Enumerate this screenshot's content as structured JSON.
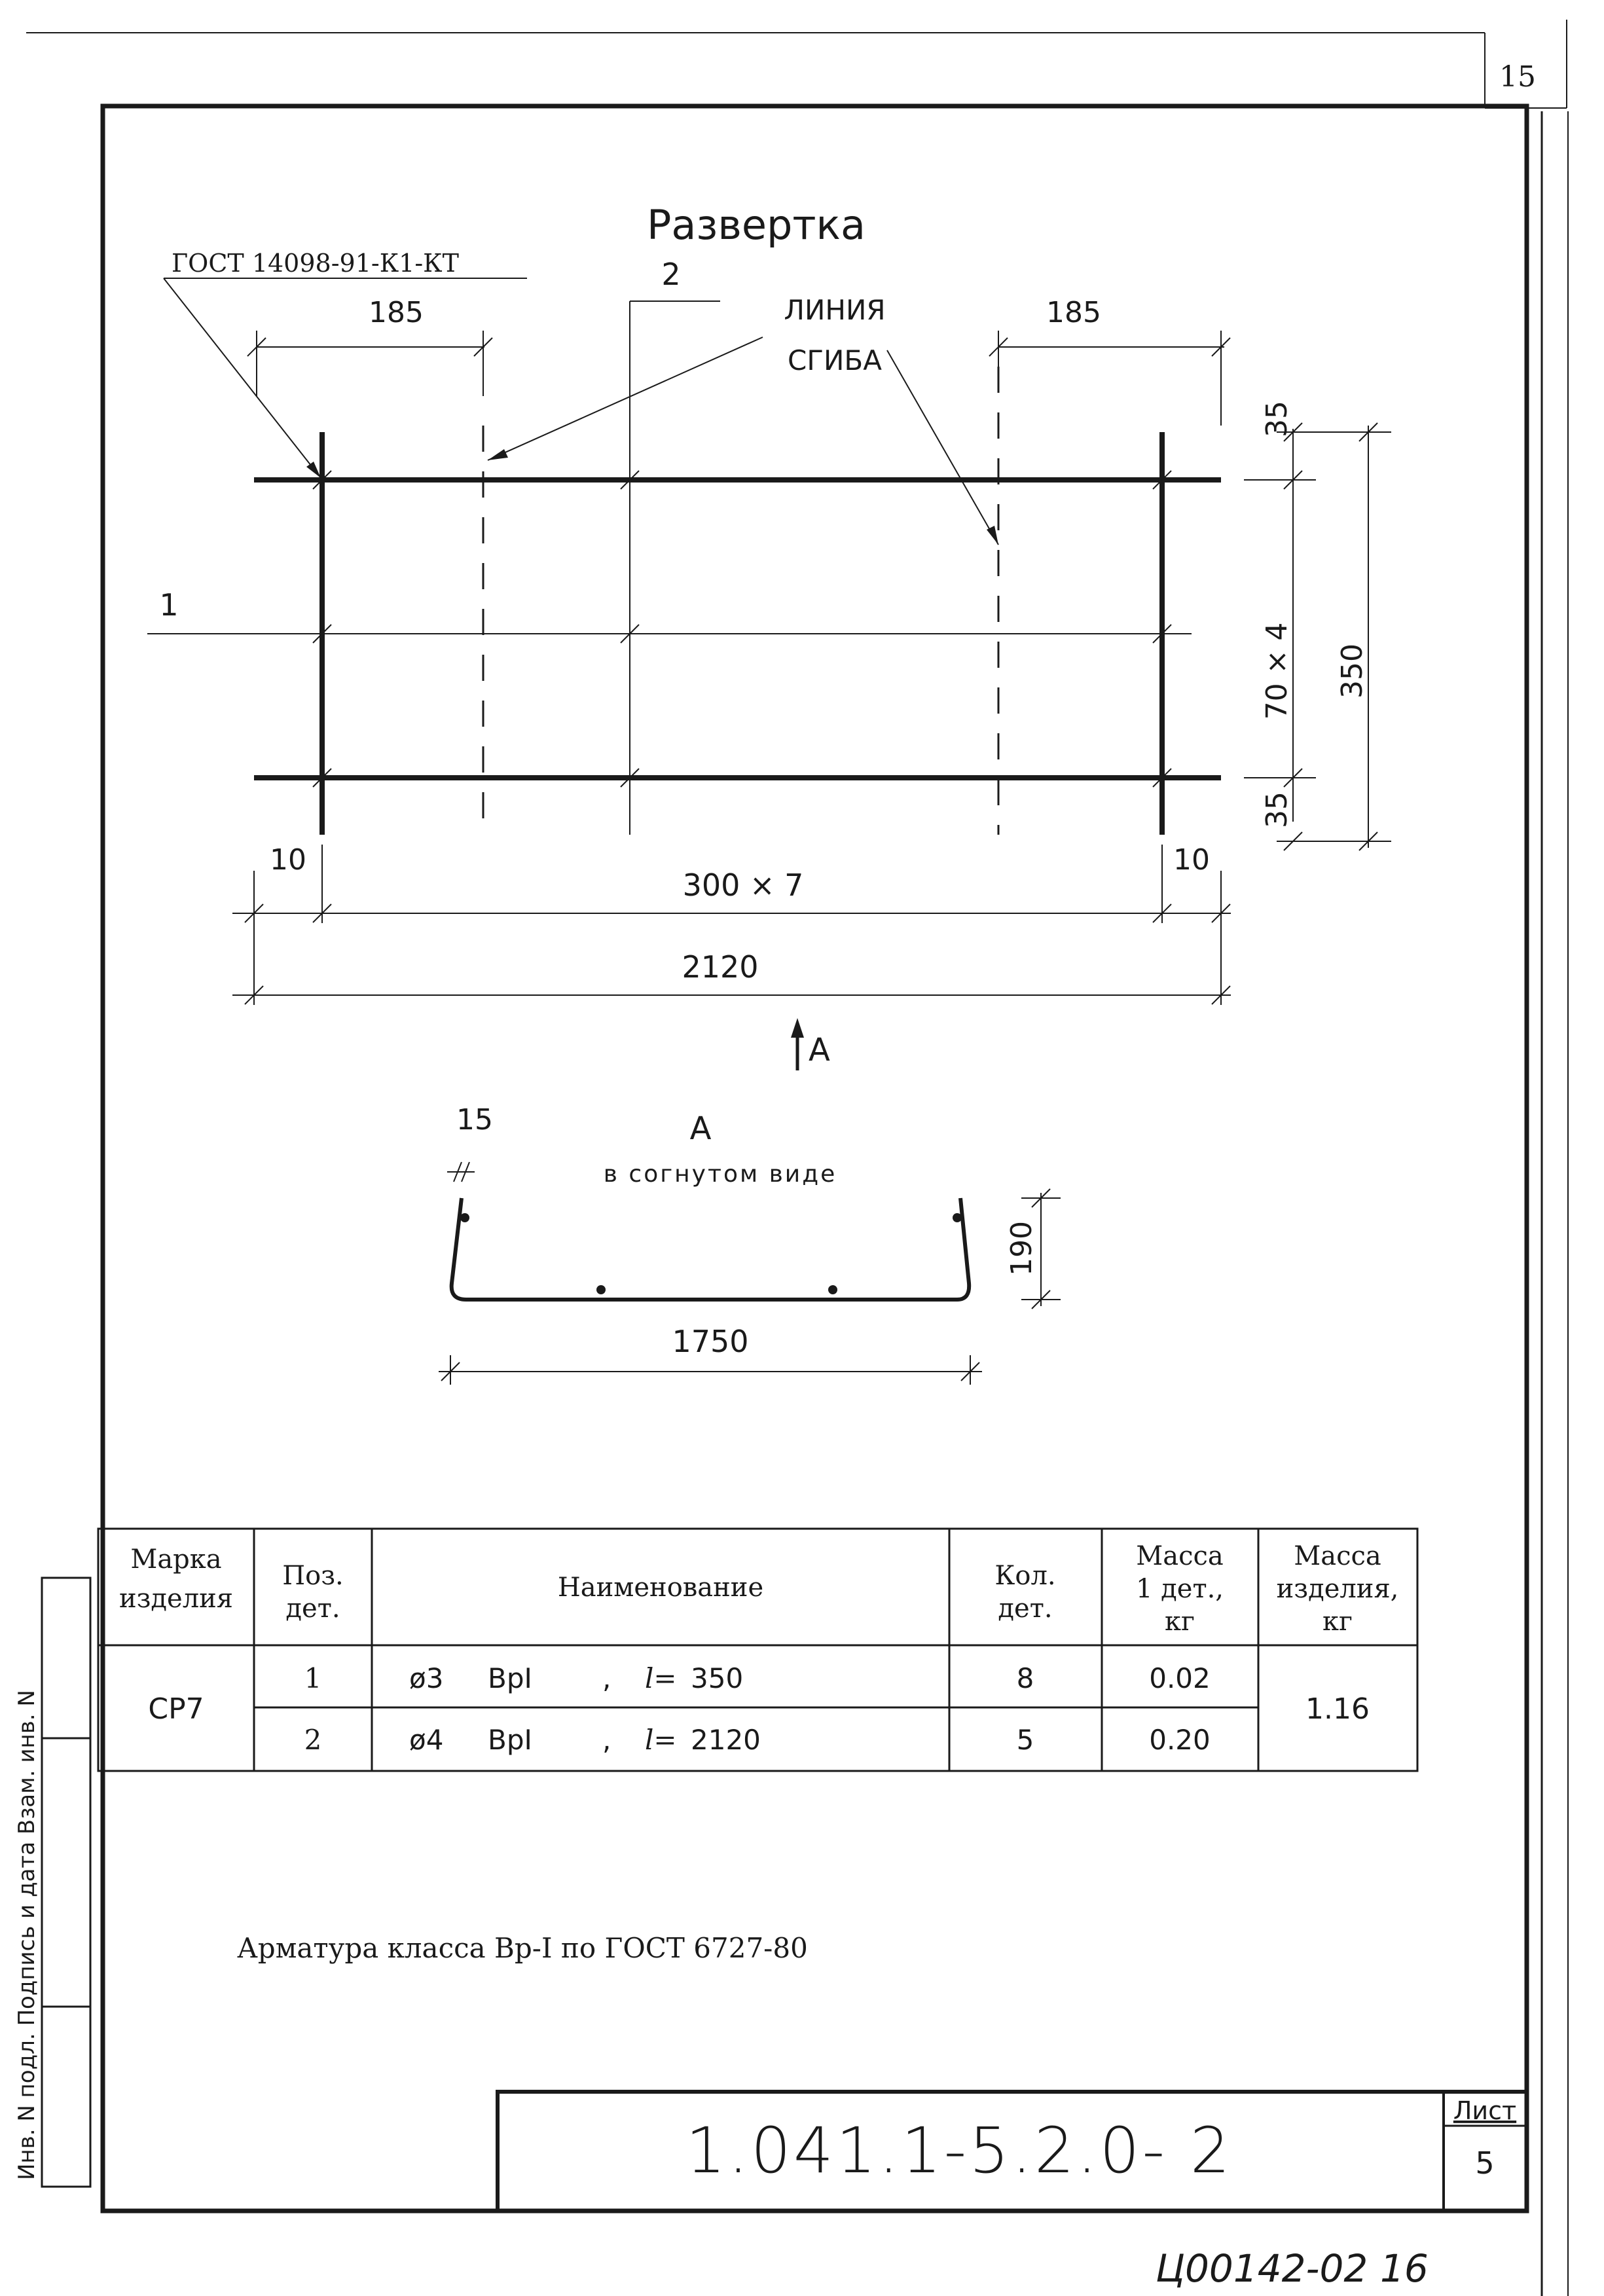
{
  "sheet_corner_number": "15",
  "drawing": {
    "title": "Развертка",
    "gost_callout": "ГОСТ 14098-91-К1-КТ",
    "position_2": "2",
    "position_1": "1",
    "bend_line_label_1": "ЛИНИЯ",
    "bend_line_label_2": "СГИБА",
    "dims": {
      "d185_left": "185",
      "d185_right": "185",
      "d35_top": "35",
      "d70x4": "70 × 4",
      "d35_bottom": "35",
      "d350": "350",
      "d10_left": "10",
      "d10_right": "10",
      "d300x7": "300 × 7",
      "d2120": "2120"
    },
    "view_arrow_label": "A",
    "section": {
      "label": "A",
      "caption": "в согнутом виде",
      "d15": "15",
      "d190": "190",
      "d1750": "1750"
    }
  },
  "table": {
    "headers": {
      "mark_line1": "Марка",
      "mark_line2": "изделия",
      "pos_line1": "Поз.",
      "pos_line2": "дет.",
      "name": "Наименование",
      "qty_line1": "Кол.",
      "qty_line2": "дет.",
      "mass1_line1": "Масса",
      "mass1_line2": "1 дет.,",
      "mass1_line3": "кг",
      "mass2_line1": "Масса",
      "mass2_line2": "изделия,",
      "mass2_line3": "кг"
    },
    "mark": "СР7",
    "total_mass": "1.16",
    "rows": [
      {
        "pos": "1",
        "dia": "ø3",
        "cls": "ВрI",
        "len": "350",
        "qty": "8",
        "mass": "0.02"
      },
      {
        "pos": "2",
        "dia": "ø4",
        "cls": "ВрI",
        "len": "2120",
        "qty": "5",
        "mass": "0.20"
      }
    ],
    "length_prefix": "l="
  },
  "note": "Арматура класса Вр-I по ГОСТ 6727-80",
  "side_stamp": "Инв. N подл. Подпись и дата Взам. инв. N",
  "title_block": {
    "code": "1.041.1-5.2.0- 2",
    "sheet_label": "Лист",
    "sheet_number": "5"
  },
  "archive_number": "Ц00142-02",
  "archive_sheet": "16"
}
